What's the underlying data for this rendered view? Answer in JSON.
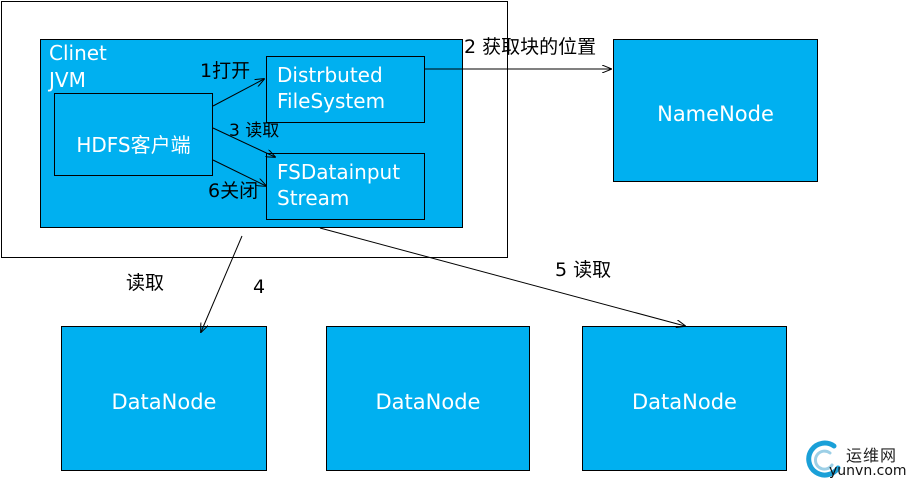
{
  "client": {
    "title_line1": "Clinet",
    "title_line2": "JVM",
    "hdfs_client": "HDFS客户端",
    "dfs": "Distrbuted\nFileSystem",
    "fsdis": "FSDatainput\nStream"
  },
  "namenode": "NameNode",
  "datanodes": [
    "DataNode",
    "DataNode",
    "DataNode"
  ],
  "labels": {
    "open": "1打开",
    "get_locations": "2 获取块的位置",
    "read3": "3 读取",
    "read4_text": "读取",
    "read4_num": "4",
    "read5": "5  读取",
    "close": "6关闭"
  },
  "watermark": {
    "cn": "运维网",
    "url": "yunvn.com"
  },
  "colors": {
    "box_fill": "#00b0f0",
    "box_text": "#ffffff",
    "border": "#000000"
  }
}
